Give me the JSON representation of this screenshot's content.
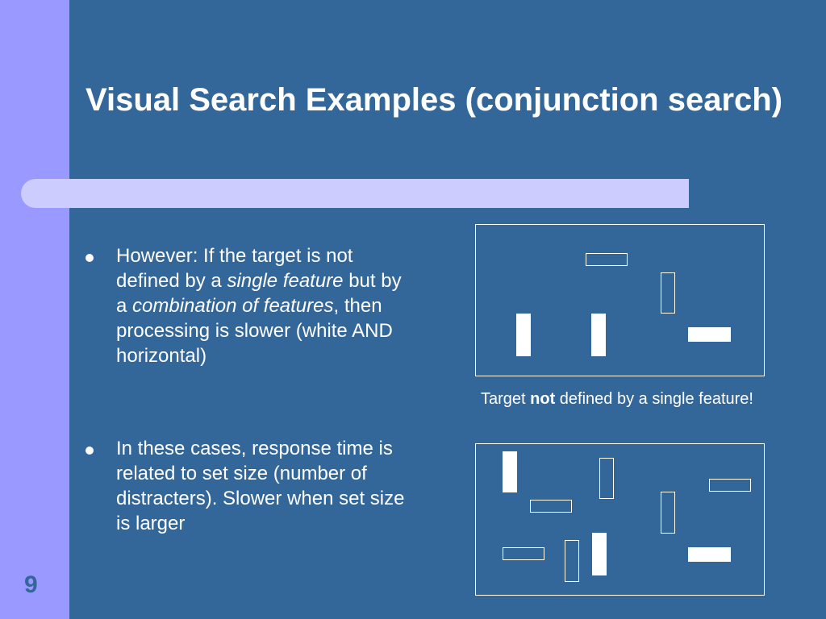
{
  "slide": {
    "title": "Visual Search Examples (conjunction search)",
    "number": "9"
  },
  "bullets": {
    "first": {
      "text_1": "However: If the target is not defined by a ",
      "em_1": "single feature",
      "text_2": " but by a ",
      "em_2": "combination of features",
      "text_3": ", then processing is slower (white AND horizontal)"
    },
    "second": {
      "text": "In these cases, response time is related to set size (number of distracters). Slower when set size is larger"
    }
  },
  "caption": {
    "before": "Target ",
    "bold": "not",
    "after": " defined by a single feature!"
  },
  "colors": {
    "background_accent": "#9999ff",
    "panel": "#336699",
    "title_bar": "#ccccff",
    "text": "#ffffff"
  }
}
